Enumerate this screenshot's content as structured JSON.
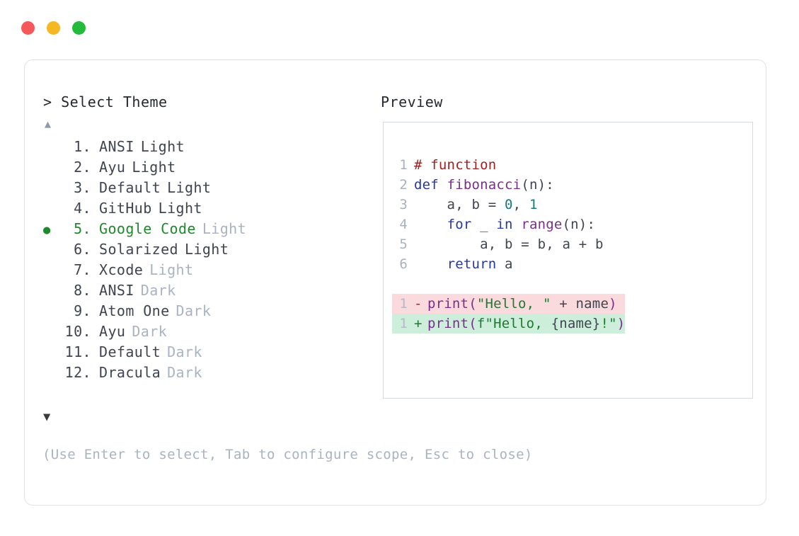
{
  "window": {
    "traffic_lights": [
      {
        "name": "close",
        "color": "#f4585b"
      },
      {
        "name": "minimize",
        "color": "#f5b722"
      },
      {
        "name": "maximize",
        "color": "#22bb3b"
      }
    ]
  },
  "left_panel": {
    "prompt_caret": ">",
    "header": "Select Theme",
    "scroll_up_icon": "▲",
    "scroll_down_icon": "▼",
    "selected_index": 5,
    "selected_bullet": "●",
    "items": [
      {
        "index": "1.",
        "name": "ANSI",
        "variant": "Light",
        "variant_dim": false,
        "selected": false
      },
      {
        "index": "2.",
        "name": "Ayu",
        "variant": "Light",
        "variant_dim": false,
        "selected": false
      },
      {
        "index": "3.",
        "name": "Default",
        "variant": "Light",
        "variant_dim": false,
        "selected": false
      },
      {
        "index": "4.",
        "name": "GitHub",
        "variant": "Light",
        "variant_dim": false,
        "selected": false
      },
      {
        "index": "5.",
        "name": "Google Code",
        "variant": "Light",
        "variant_dim": true,
        "selected": true
      },
      {
        "index": "6.",
        "name": "Solarized",
        "variant": "Light",
        "variant_dim": false,
        "selected": false
      },
      {
        "index": "7.",
        "name": "Xcode",
        "variant": "Light",
        "variant_dim": true,
        "selected": false
      },
      {
        "index": "8.",
        "name": "ANSI",
        "variant": "Dark",
        "variant_dim": true,
        "selected": false
      },
      {
        "index": "9.",
        "name": "Atom One",
        "variant": "Dark",
        "variant_dim": true,
        "selected": false
      },
      {
        "index": "10.",
        "name": "Ayu",
        "variant": "Dark",
        "variant_dim": true,
        "selected": false
      },
      {
        "index": "11.",
        "name": "Default",
        "variant": "Dark",
        "variant_dim": true,
        "selected": false
      },
      {
        "index": "12.",
        "name": "Dracula",
        "variant": "Dark",
        "variant_dim": true,
        "selected": false
      }
    ],
    "footer_hint": "(Use Enter to select, Tab to configure scope, Esc to close)"
  },
  "right_panel": {
    "label": "Preview",
    "code_lines": [
      {
        "number": "1",
        "tokens": [
          {
            "t": "# function",
            "c": "comment"
          }
        ]
      },
      {
        "number": "2",
        "tokens": [
          {
            "t": "def ",
            "c": "keyword"
          },
          {
            "t": "fibonacci",
            "c": "func"
          },
          {
            "t": "(n):",
            "c": "plain"
          }
        ]
      },
      {
        "number": "3",
        "tokens": [
          {
            "t": "    a, b = ",
            "c": "plain"
          },
          {
            "t": "0",
            "c": "number"
          },
          {
            "t": ", ",
            "c": "plain"
          },
          {
            "t": "1",
            "c": "number"
          }
        ]
      },
      {
        "number": "4",
        "tokens": [
          {
            "t": "    ",
            "c": "plain"
          },
          {
            "t": "for",
            "c": "keyword"
          },
          {
            "t": " _ ",
            "c": "plain"
          },
          {
            "t": "in",
            "c": "keyword"
          },
          {
            "t": " ",
            "c": "plain"
          },
          {
            "t": "range",
            "c": "func"
          },
          {
            "t": "(n):",
            "c": "plain"
          }
        ]
      },
      {
        "number": "5",
        "tokens": [
          {
            "t": "        a, b = b, a + b",
            "c": "plain"
          }
        ]
      },
      {
        "number": "6",
        "tokens": [
          {
            "t": "    ",
            "c": "plain"
          },
          {
            "t": "return",
            "c": "keyword"
          },
          {
            "t": " a",
            "c": "plain"
          }
        ]
      }
    ],
    "diff_lines": [
      {
        "number": "1",
        "sign": "-",
        "kind": "del",
        "tokens": [
          {
            "t": "print",
            "c": "func"
          },
          {
            "t": "(",
            "c": "punct"
          },
          {
            "t": "\"Hello, \"",
            "c": "string"
          },
          {
            "t": " + name",
            "c": "plain"
          },
          {
            "t": ")",
            "c": "punct"
          }
        ]
      },
      {
        "number": "1",
        "sign": "+",
        "kind": "add",
        "tokens": [
          {
            "t": "print",
            "c": "func"
          },
          {
            "t": "(",
            "c": "punct"
          },
          {
            "t": "f\"Hello, ",
            "c": "string"
          },
          {
            "t": "{name}",
            "c": "plain"
          },
          {
            "t": "!\"",
            "c": "string"
          },
          {
            "t": ")",
            "c": "punct"
          }
        ]
      }
    ]
  }
}
